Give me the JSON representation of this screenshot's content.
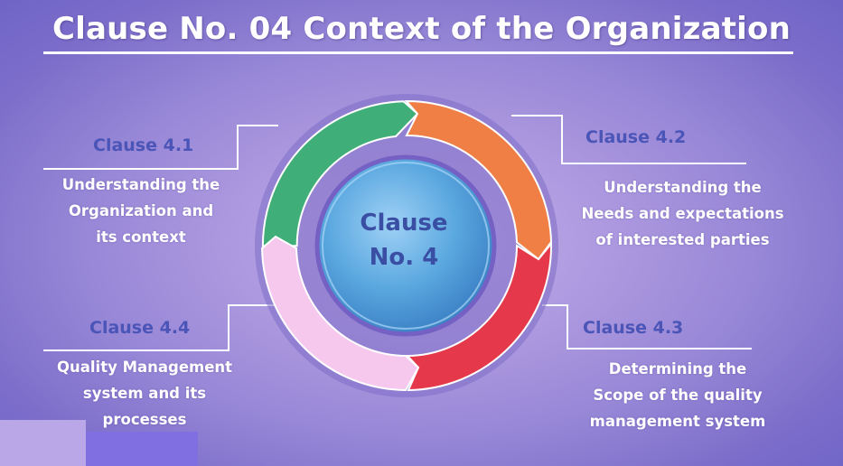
{
  "title": "Clause No. 04 Context of the Organization",
  "center": {
    "line1": "Clause",
    "line2": "No. 4"
  },
  "clauses": [
    {
      "label": "Clause 4.1",
      "description": [
        "Understanding the",
        "Organization and",
        "its context"
      ],
      "color": "#3fae78"
    },
    {
      "label": "Clause 4.2",
      "description": [
        "Understanding the",
        "Needs and expectations",
        "of interested parties"
      ],
      "color": "#f07f45"
    },
    {
      "label": "Clause 4.3",
      "description": [
        "Determining the",
        "Scope of the quality",
        "management system"
      ],
      "color": "#e5384a"
    },
    {
      "label": "Clause 4.4",
      "description": [
        "Quality Management",
        "system and its",
        "processes"
      ],
      "color": "#f6c8ee"
    }
  ],
  "colors": {
    "background": "#9686d6",
    "label_text": "#4b55b8",
    "center_circle": "#5ba8e0",
    "title_text": "#ffffff"
  }
}
